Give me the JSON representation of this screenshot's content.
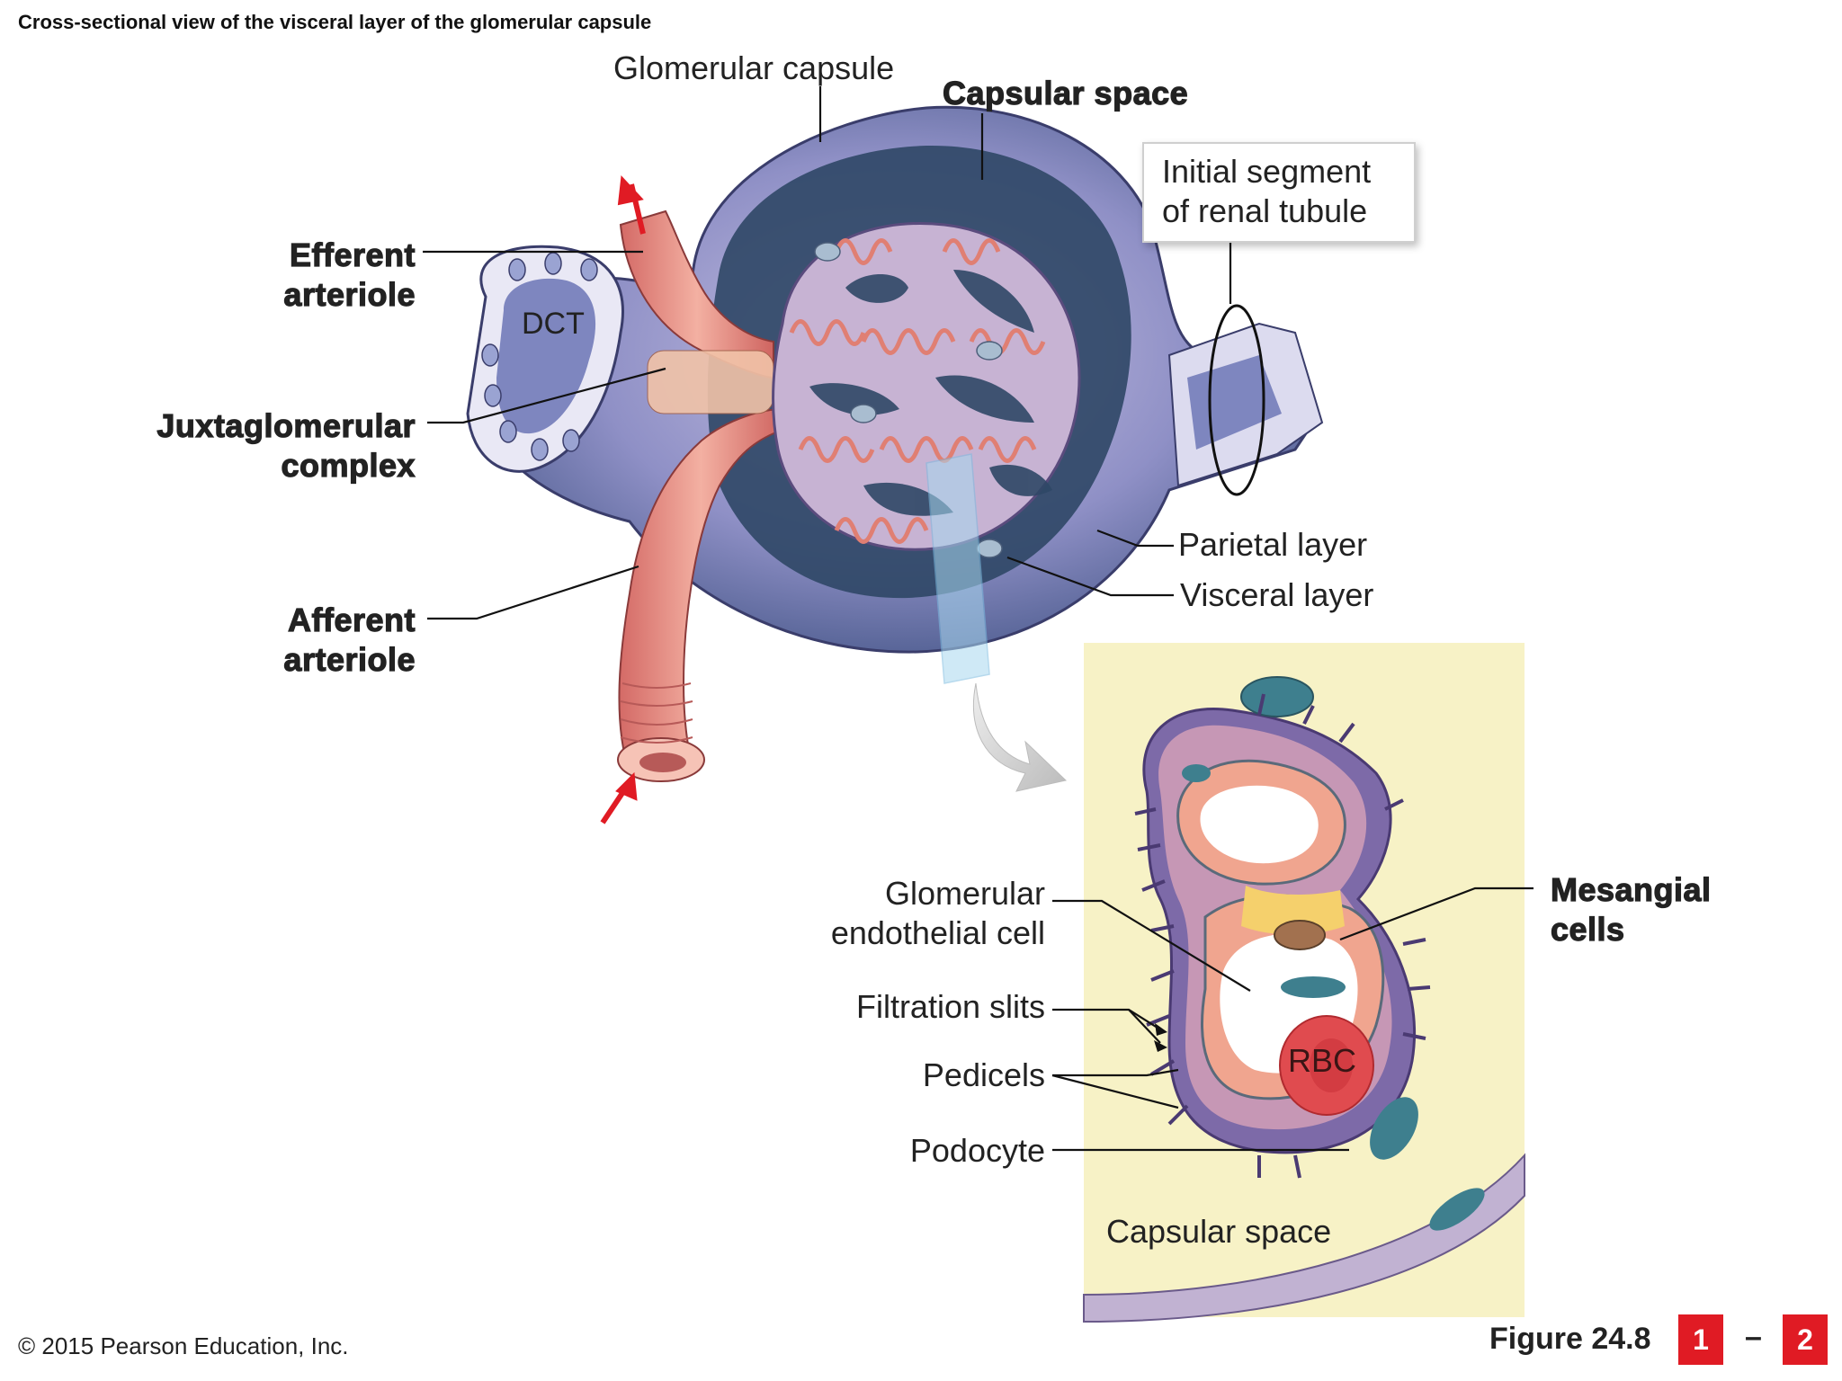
{
  "title": "Cross-sectional view of the visceral layer of the glomerular capsule",
  "labels": {
    "glomerular_capsule": "Glomerular capsule",
    "capsular_space_top": "Capsular space",
    "initial_segment_line1": "Initial segment",
    "initial_segment_line2": "of renal tubule",
    "efferent_line1": "Efferent",
    "efferent_line2": "arteriole",
    "dct": "DCT",
    "juxta_line1": "Juxtaglomerular",
    "juxta_line2": "complex",
    "afferent_line1": "Afferent",
    "afferent_line2": "arteriole",
    "parietal_layer": "Parietal layer",
    "visceral_layer": "Visceral layer",
    "glomerular_endo_line1": "Glomerular",
    "glomerular_endo_line2": "endothelial cell",
    "filtration_slits": "Filtration slits",
    "pedicels": "Pedicels",
    "podocyte": "Podocyte",
    "mesangial_line1": "Mesangial",
    "mesangial_line2": "cells",
    "rbc": "RBC",
    "capsular_space_bottom": "Capsular space"
  },
  "footer": {
    "copyright": "© 2015 Pearson Education, Inc.",
    "figure": "Figure 24.8",
    "step_from": "1",
    "dash": "–",
    "step_to": "2"
  },
  "colors": {
    "capsule": "#8d8fc4",
    "capsule_dark": "#3f4f7d",
    "capillary": "#e8a08f",
    "podocyte": "#b79ac2",
    "inset_bg": "#f7f2c6",
    "arrow_red": "#e01b24",
    "button_red": "#e01b24"
  }
}
